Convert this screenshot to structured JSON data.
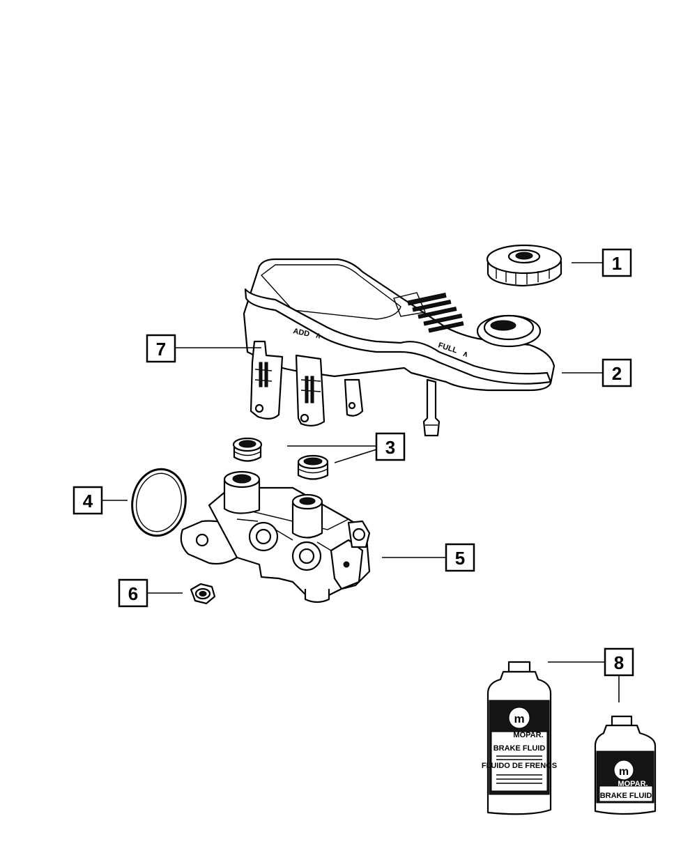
{
  "callouts": {
    "c1": "1",
    "c2": "2",
    "c3": "3",
    "c4": "4",
    "c5": "5",
    "c6": "6",
    "c7": "7",
    "c8": "8"
  },
  "reservoir_markings": {
    "add": "ADD",
    "full": "FULL"
  },
  "bottle_large": {
    "brand": "MOPAR.",
    "title": "BRAKE FLUID",
    "subtitle": "FLUIDO DE FRENOS"
  },
  "bottle_small": {
    "brand": "MOPAR.",
    "title": "BRAKE FLUID"
  }
}
